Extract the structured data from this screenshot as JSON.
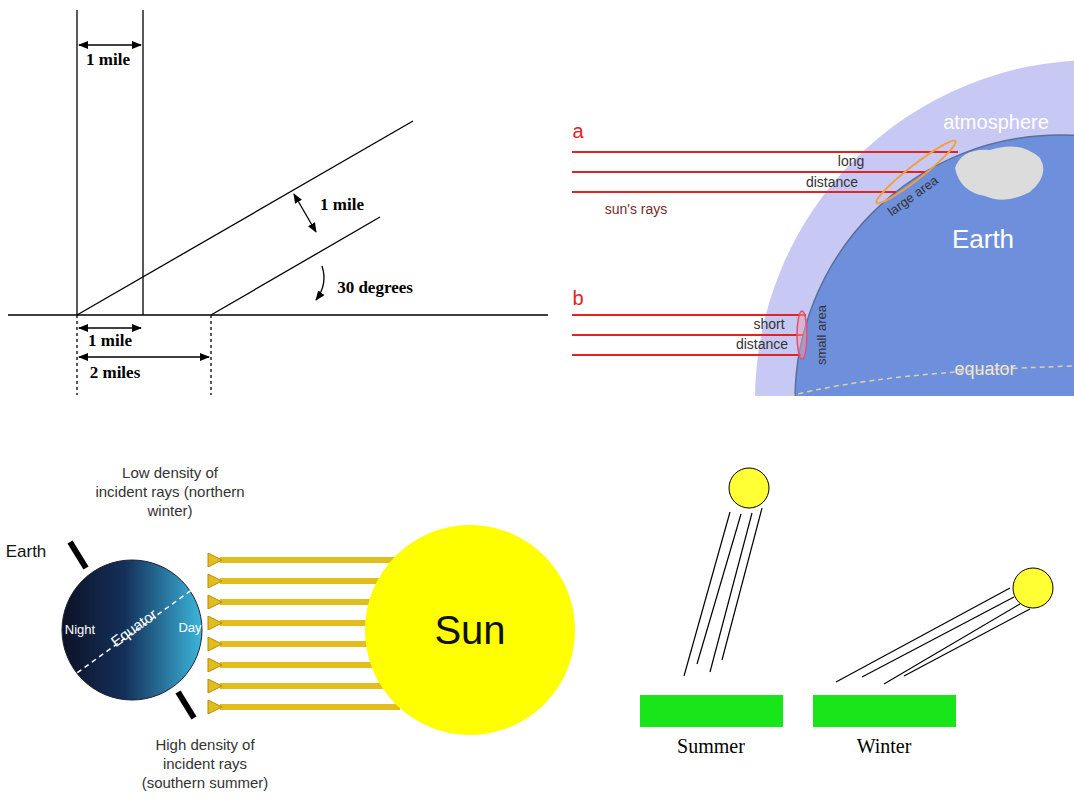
{
  "diagram": {
    "nodes": [
      {
        "text": [
          "Night",
          "Equator",
          "Day"
        ]
      },
      {
        "text": [
          "Sun"
        ]
      }
    ],
    "labels": [
      "1 mile",
      "1 mile",
      "30 degrees",
      "1 mile",
      "2 miles",
      "a",
      "long",
      "distance",
      "large area",
      "sun's rays",
      "atmosphere",
      "Earth",
      "b",
      "short",
      "distance",
      "small area",
      "equator",
      "Low density of incident rays (northern winter)",
      "Earth",
      "High density of incident rays (southern summer)",
      "Summer",
      "Winter"
    ]
  }
}
